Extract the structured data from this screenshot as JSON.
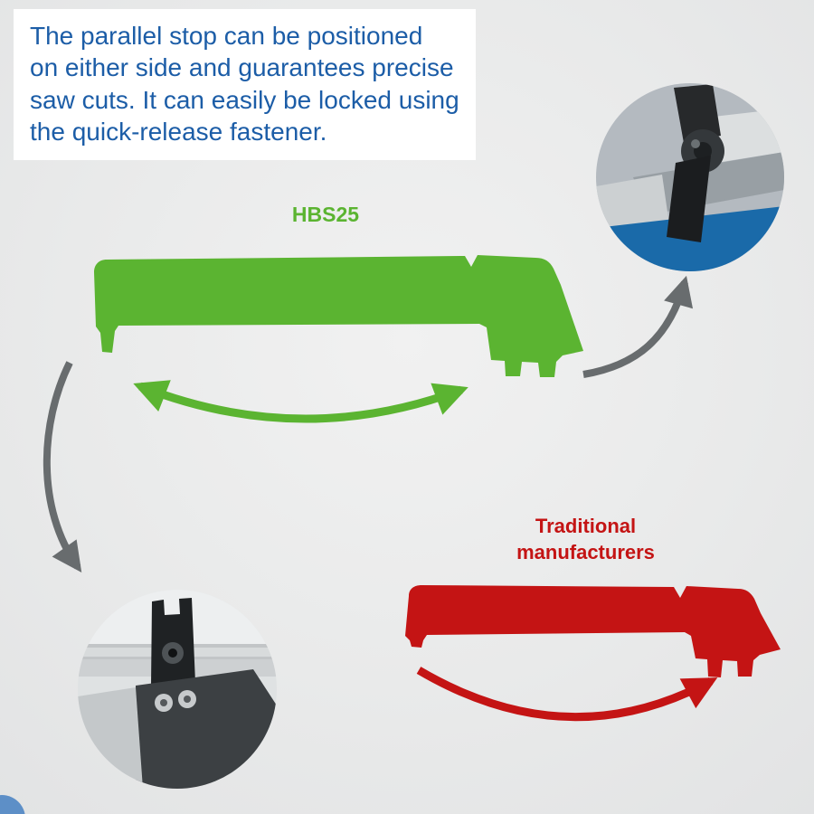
{
  "intro": {
    "text": "The parallel stop can be positioned\non either side and guarantees precise\nsaw cuts. It can easily be locked using\nthe quick-release fastener.",
    "background": "#ffffff"
  },
  "labels": {
    "hbs25": {
      "text": "HBS25"
    },
    "traditional": {
      "text": "Traditional\nmanufacturers"
    }
  },
  "colors": {
    "green": "#5bb431",
    "red": "#c41414",
    "text_blue": "#1c5da7",
    "arrow_gray": "#686c6e",
    "photo_blue": "#1a6aa9"
  }
}
